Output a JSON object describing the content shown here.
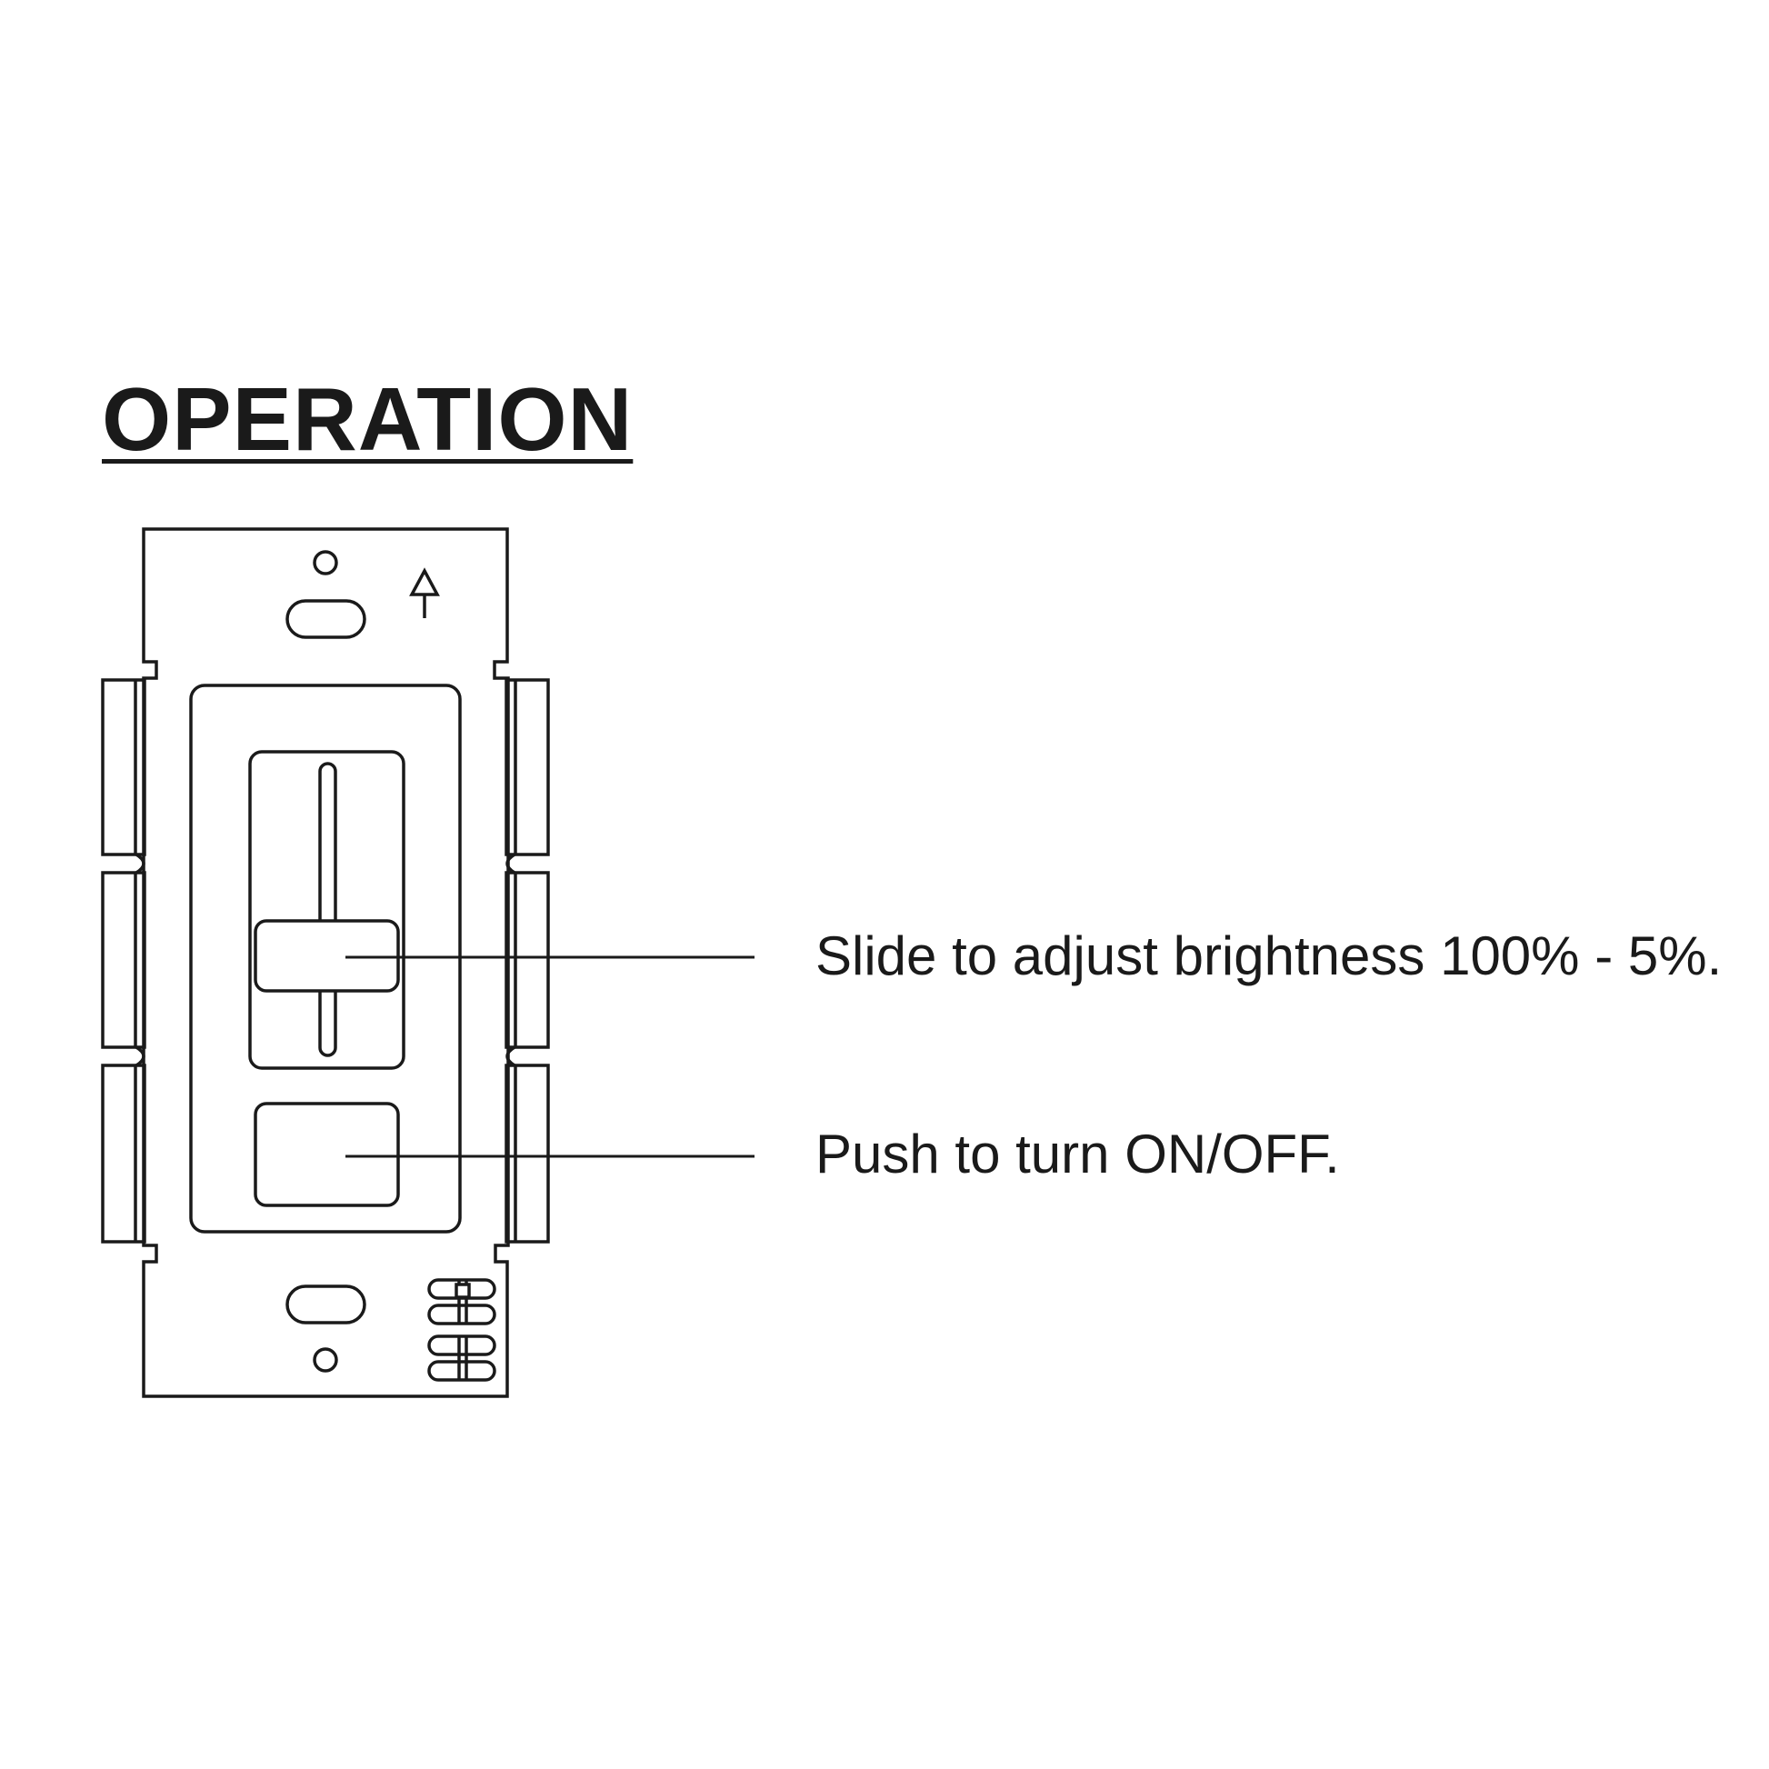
{
  "heading": "OPERATION",
  "callouts": {
    "slider": "Slide to adjust brightness 100% - 5%.",
    "button": "Push to turn ON/OFF."
  },
  "colors": {
    "line": "#1a1a1a",
    "background": "#ffffff"
  }
}
